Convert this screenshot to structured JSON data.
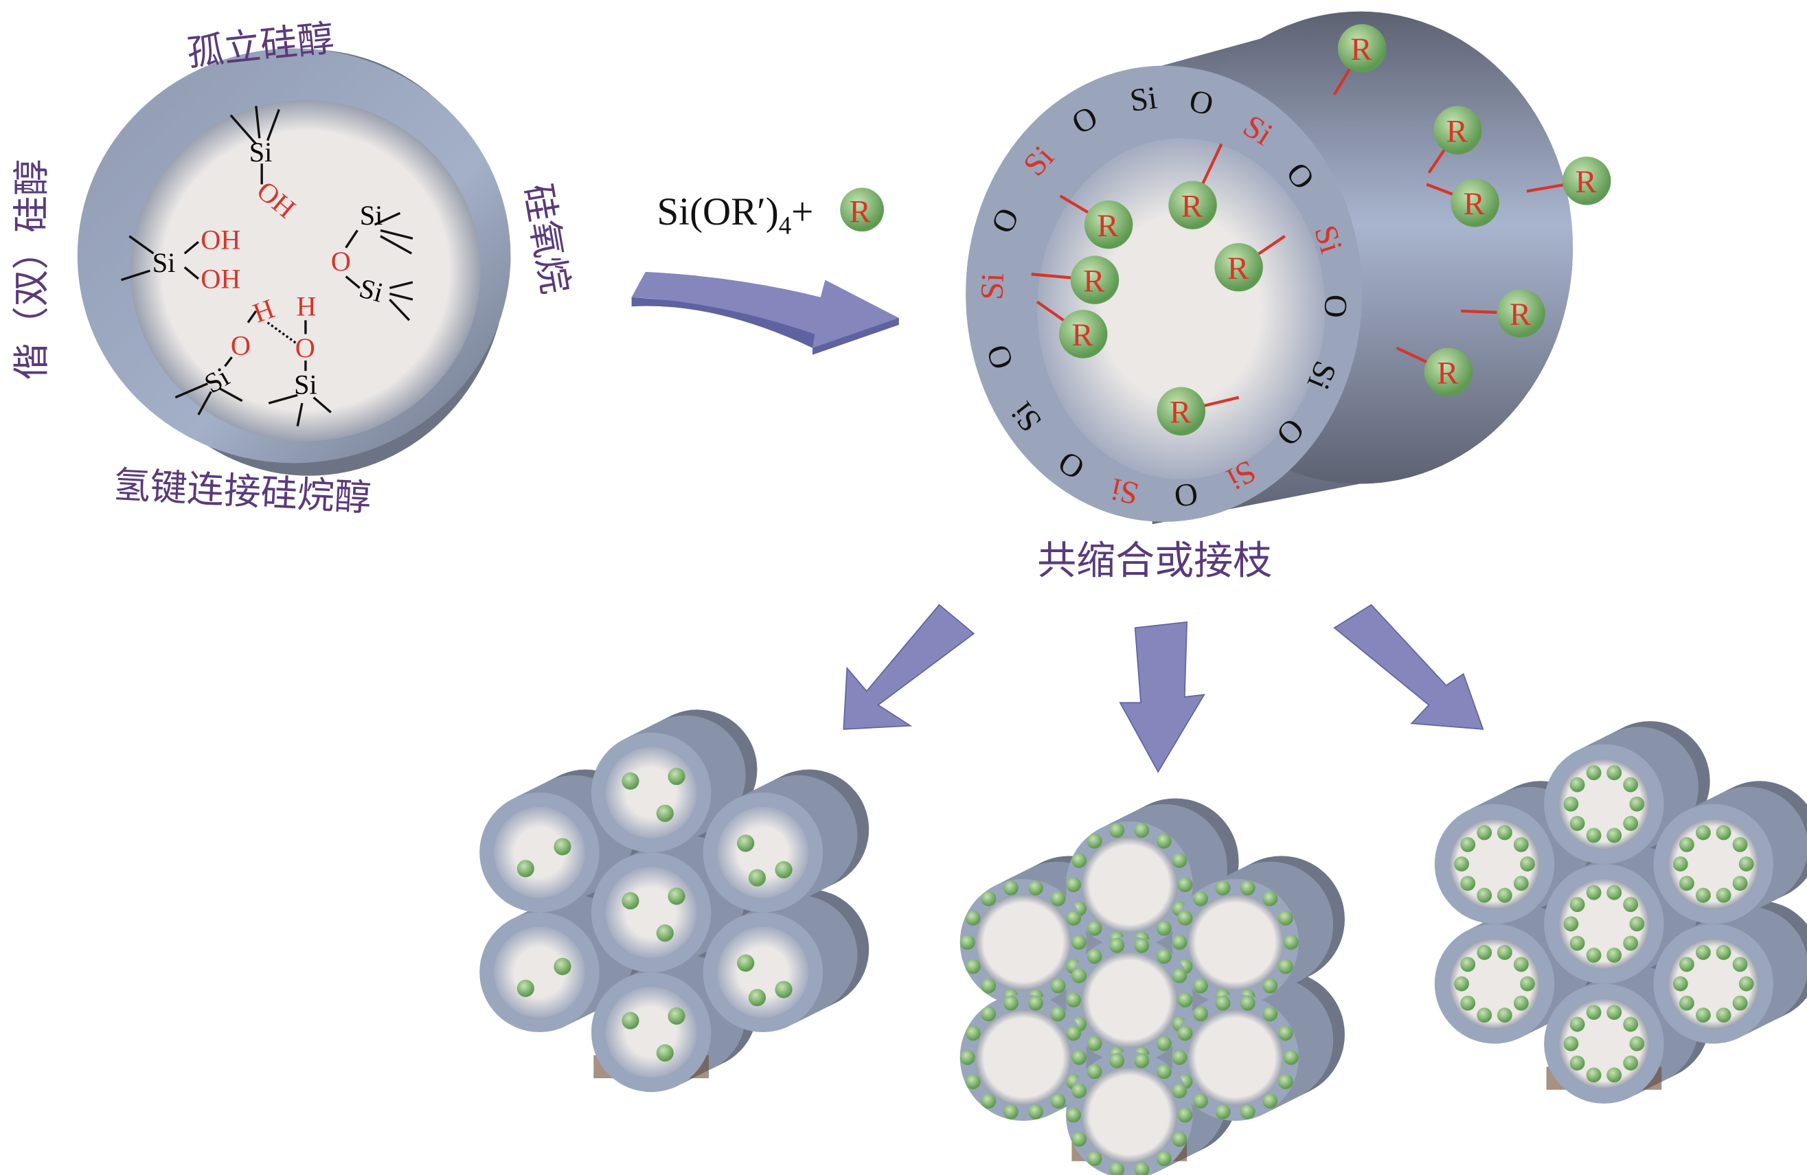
{
  "labels": {
    "isolated_silanol": "孤立硅醇",
    "geminal_silanol": "偕（双）硅醇",
    "siloxane": "硅氧烷",
    "hbonded_silanol": "氢键连接硅烷醇",
    "process": "共缩合或接枝",
    "reagent_main": "Si(OR′)",
    "reagent_sub": "4",
    "reagent_plus": "+"
  },
  "chem": {
    "si": "Si",
    "o": "O",
    "oh": "OH",
    "h": "H",
    "r": "R"
  },
  "ring_sequence": [
    {
      "label": "O",
      "color": "black"
    },
    {
      "label": "Si",
      "color": "black"
    },
    {
      "label": "O",
      "color": "black"
    },
    {
      "label": "Si",
      "color": "red"
    },
    {
      "label": "O",
      "color": "black"
    },
    {
      "label": "Si",
      "color": "red"
    },
    {
      "label": "O",
      "color": "black"
    },
    {
      "label": "Si",
      "color": "black"
    },
    {
      "label": "O",
      "color": "black"
    },
    {
      "label": "Si",
      "color": "red"
    },
    {
      "label": "O",
      "color": "black"
    },
    {
      "label": "Si",
      "color": "red"
    },
    {
      "label": "O",
      "color": "black"
    },
    {
      "label": "Si",
      "color": "black"
    },
    {
      "label": "O",
      "color": "black"
    },
    {
      "label": "Si",
      "color": "red"
    },
    {
      "label": "O",
      "color": "black"
    },
    {
      "label": "Si",
      "color": "red"
    }
  ],
  "colors": {
    "wall": "#9aa6bd",
    "pore": "#e9e6e4",
    "text": "#5a3a7a",
    "red": "#d8342a",
    "ball": "#8cc27a",
    "arrow": "#8486bc",
    "black": "#111111"
  },
  "bundles": [
    {
      "name": "random-functionalized"
    },
    {
      "name": "wall-functionalized"
    },
    {
      "name": "pore-surface-functionalized"
    }
  ]
}
